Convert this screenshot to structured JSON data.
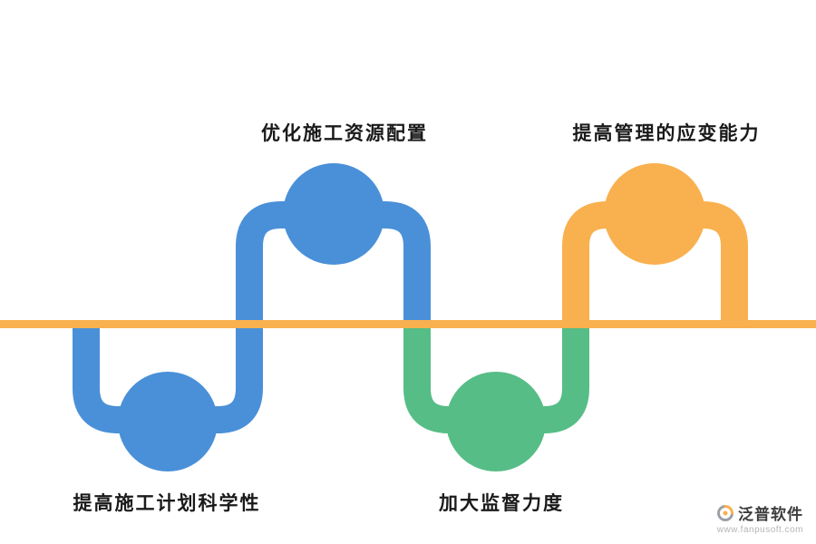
{
  "labels": {
    "top_left": "优化施工资源配置",
    "top_right": "提高管理的应变能力",
    "bottom_left": "提高施工计划科学性",
    "bottom_center": "加大监督力度"
  },
  "colors": {
    "blue": "#4a90d8",
    "green": "#56bd86",
    "orange": "#f9b04f",
    "text": "#1a1a1a"
  },
  "watermark": {
    "brand": "泛普软件",
    "url": "www.fanpusoft.com"
  }
}
